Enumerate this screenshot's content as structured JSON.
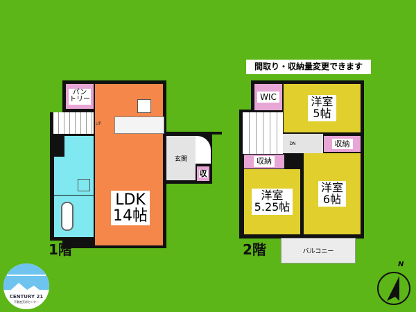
{
  "banner": "間取り・収納量変更できます",
  "floor1": {
    "label": "1階",
    "ldk": "LDK",
    "ldk_size": "14帖",
    "pantry": "パン\nトリー",
    "genkan": "玄関",
    "storage": "収",
    "stairs": "UP"
  },
  "floor2": {
    "label": "2階",
    "wic": "WIC",
    "room1": "洋室",
    "room1_size": "5帖",
    "room2": "洋室",
    "room2_size": "5.25帖",
    "room3": "洋室",
    "room3_size": "6帖",
    "storage1": "収納",
    "storage2": "収納",
    "balcony": "バルコニー",
    "stairs": "DN"
  },
  "logo": {
    "brand": "CENTURY 21",
    "sub": "不動産売却センター"
  },
  "compass": {
    "label": "N"
  },
  "colors": {
    "bg": "#5cb617",
    "ldk": "#f5874a",
    "room": "#e1cf2e",
    "wet": "#7fe8f0",
    "storage": "#e7a6d6"
  }
}
